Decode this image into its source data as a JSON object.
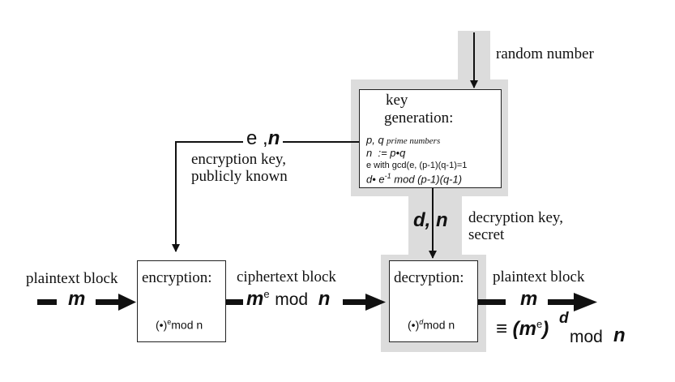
{
  "random_number_label": "random number",
  "keygen": {
    "title_line1": "key",
    "title_line2": "generation:",
    "line1_vars": "p, q",
    "line1_text": "prime numbers",
    "line2_var": "n",
    "line2_expr": ":= p•q",
    "line3": "e with gcd(e, (p-1)(q-1)=1",
    "line4_prefix": "d• e",
    "line4_exp": "-1",
    "line4_suffix": "mod (p-1)(q-1)"
  },
  "public_key": {
    "symbol_e": "e",
    "separator": ",",
    "symbol_n": "n",
    "label_line1": "encryption key,",
    "label_line2": "publicly known"
  },
  "private_key": {
    "symbol": "d, n",
    "label_line1": "decryption key,",
    "label_line2": "secret"
  },
  "plaintext_in": {
    "label": "plaintext block",
    "symbol": "m"
  },
  "encryption": {
    "title": "encryption:",
    "formula_base": "(•)",
    "formula_exp": "e",
    "formula_rest": "mod n"
  },
  "ciphertext": {
    "label": "ciphertext block",
    "symbol": "m",
    "exp": "e",
    "rest": "mod",
    "n": "n"
  },
  "decryption": {
    "title": "decryption:",
    "formula_base": "(•)",
    "formula_exp": "d",
    "formula_rest": "mod n"
  },
  "plaintext_out": {
    "label": "plaintext block",
    "symbol": "m",
    "equiv": "≡ (m",
    "equiv_exp": "e",
    "equiv_close": ")",
    "equiv_d": "d",
    "equiv_mod": "mod",
    "equiv_n": "n"
  }
}
